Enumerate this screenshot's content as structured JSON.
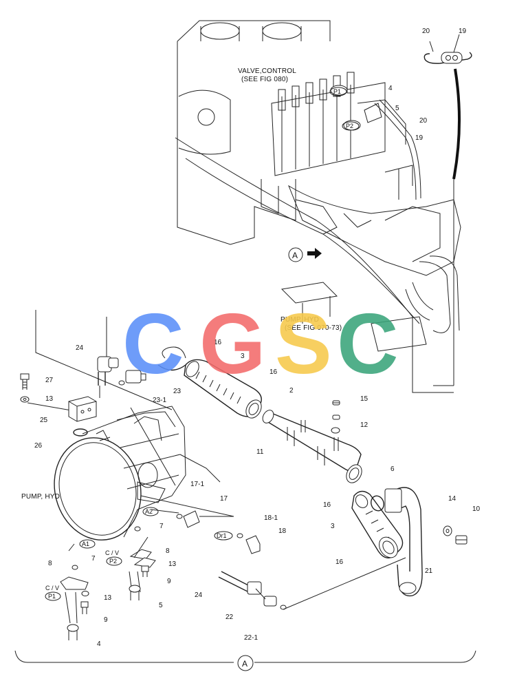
{
  "figure": {
    "captions": {
      "valve": [
        "VALVE,CONTROL",
        "(SEE FIG 080)"
      ],
      "pump_top": [
        "PUMP, HYD",
        "(SEE FIG 070-73)"
      ],
      "pump_main": "PUMP, HYD"
    },
    "view_marker": "A",
    "ports": [
      "P1",
      "P2",
      "A1",
      "A2",
      "Dr1"
    ],
    "cv_labels": [
      {
        "cv": "C / V",
        "port": "P2"
      },
      {
        "cv": "C / V",
        "port": "P1"
      }
    ],
    "watermark": {
      "letters": [
        "C",
        "G",
        "S",
        "C"
      ],
      "colors": [
        "#5b8ff9",
        "#f36b6b",
        "#f7c94b",
        "#3aa57a"
      ]
    },
    "callouts": [
      "20",
      "19",
      "4",
      "5",
      "20",
      "19",
      "24",
      "27",
      "13",
      "25",
      "26",
      "23",
      "23-1",
      "16",
      "3",
      "16",
      "2",
      "15",
      "12",
      "11",
      "6",
      "14",
      "10",
      "16",
      "3",
      "16",
      "21",
      "17-1",
      "17",
      "7",
      "18-1",
      "18",
      "7",
      "8",
      "13",
      "9",
      "8",
      "13",
      "9",
      "5",
      "4",
      "24",
      "22",
      "22-1"
    ]
  }
}
